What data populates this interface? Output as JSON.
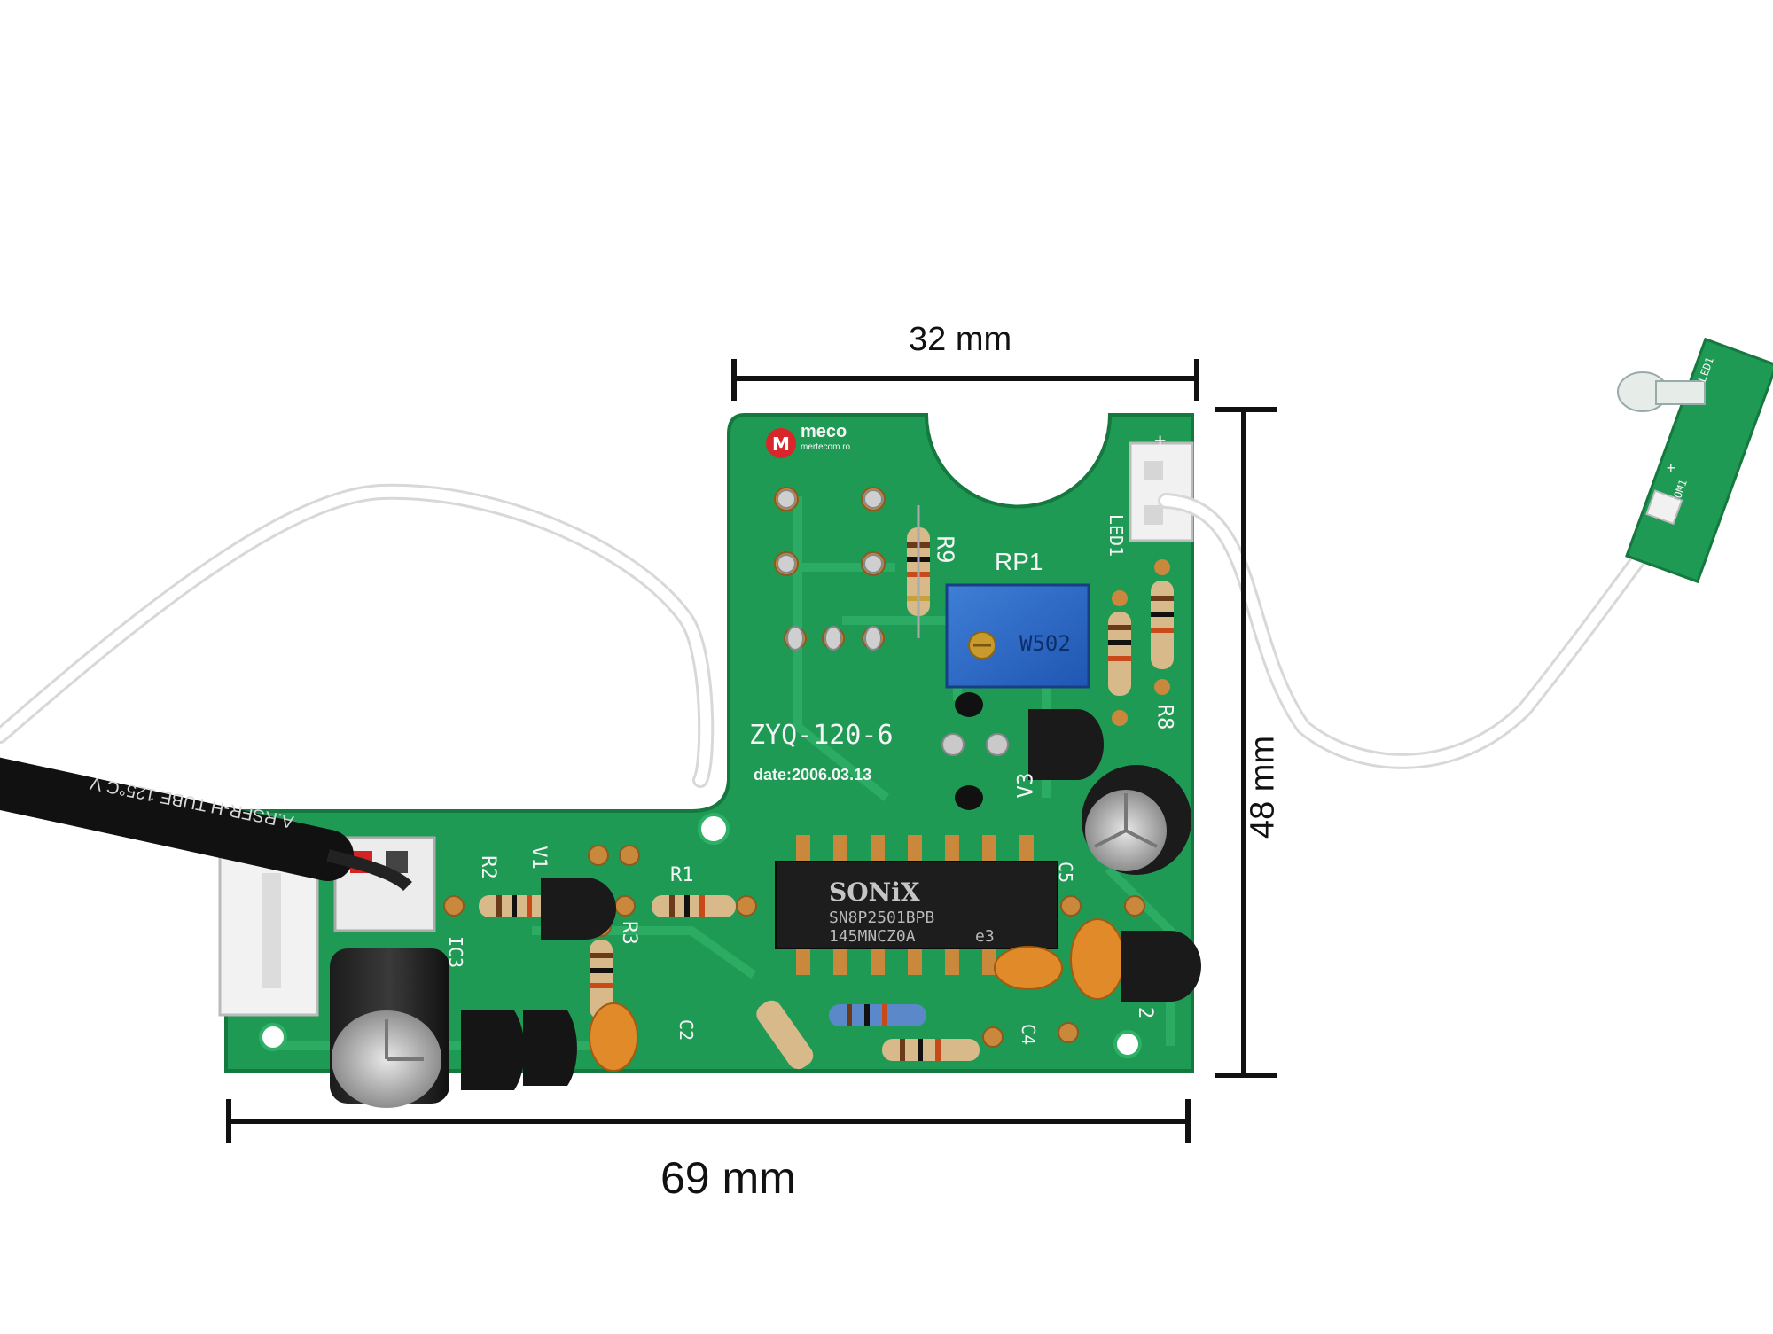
{
  "dimensions": {
    "top_width": "32 mm",
    "bottom_width": "69 mm",
    "height": "48 mm"
  },
  "board": {
    "model": "ZYQ-120-6",
    "date": "date:2006.03.13",
    "logo": "meco",
    "logo_subtext": "mertecom.ro",
    "labels": {
      "r9": "R9",
      "rp1": "RP1",
      "r8": "R8",
      "led1": "LED1",
      "v3": "V3",
      "v1": "V1",
      "r2": "R2",
      "r1": "R1",
      "r3": "R3",
      "ic3": "IC3",
      "c2": "C2",
      "c4": "C4",
      "c5": "C5",
      "num2": "2",
      "plus": "+"
    },
    "pot_marking": "W502",
    "chip": {
      "brand": "SONiX",
      "part": "SN8P2501BPB",
      "lot": "145MNCZ0A",
      "suffix": "e3"
    }
  },
  "cable": {
    "print": "A.RSFR-H TUBE 125°C V"
  },
  "led_board": {
    "labels": [
      "LED1",
      "COM1",
      "+"
    ]
  },
  "colors": {
    "pcb": "#1f9a55",
    "pcb_dark": "#14783f",
    "pad": "#c9883c",
    "dimension_line": "#111111",
    "background": "#ffffff"
  }
}
